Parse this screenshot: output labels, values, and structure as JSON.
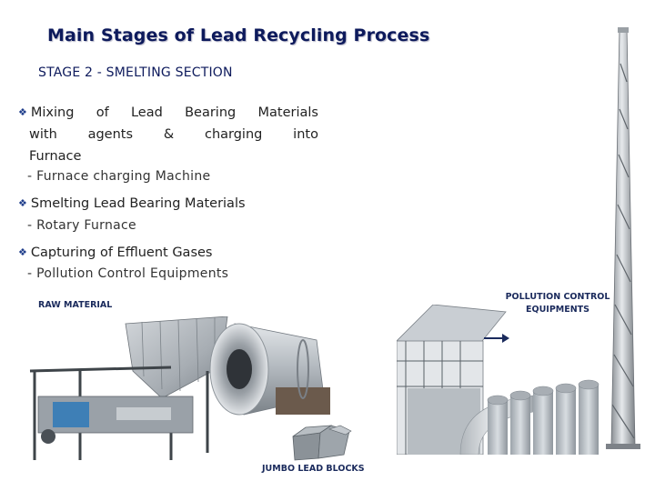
{
  "slide": {
    "title": "Main Stages of Lead Recycling Process",
    "subtitle": "STAGE 2 - SMELTING SECTION",
    "bullets": [
      {
        "mark": "❖",
        "line1_words": [
          "Mixing",
          "of",
          "Lead",
          "Bearing",
          "Materials"
        ],
        "line2_words": [
          "with",
          "agents",
          "&",
          "charging",
          "into"
        ],
        "line3": "Furnace",
        "sub": "- Furnace charging Machine"
      },
      {
        "mark": "❖",
        "text": "Smelting Lead Bearing Materials",
        "sub": "- Rotary Furnace"
      },
      {
        "mark": "❖",
        "text": "Capturing of Effluent Gases",
        "sub": "- Pollution Control Equipments"
      }
    ],
    "captions": {
      "raw_material": "RAW MATERIAL",
      "pollution_line1": "POLLUTION CONTROL",
      "pollution_line2": "EQUIPMENTS",
      "jumbo": "JUMBO LEAD BLOCKS"
    },
    "icons": {
      "bullet": "diamond-bullet-icon",
      "arrow": "arrow-right-icon"
    },
    "colors": {
      "title": "#0d1a5c",
      "bullet_mark": "#1d3c8a",
      "caption": "#1a2a5c"
    }
  }
}
